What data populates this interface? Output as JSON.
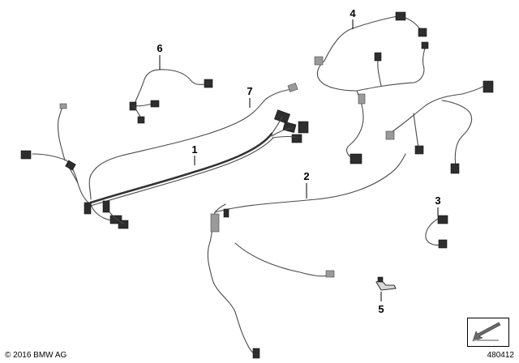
{
  "diagram": {
    "callouts": [
      {
        "id": "1",
        "label": "1"
      },
      {
        "id": "2",
        "label": "2"
      },
      {
        "id": "3",
        "label": "3"
      },
      {
        "id": "4",
        "label": "4"
      },
      {
        "id": "5",
        "label": "5"
      },
      {
        "id": "6",
        "label": "6"
      },
      {
        "id": "7",
        "label": "7"
      }
    ]
  },
  "footer": {
    "copyright": "© 2016 BMW AG",
    "reference": "480412"
  },
  "icons": {
    "nav": "arrow-left-down-icon"
  }
}
